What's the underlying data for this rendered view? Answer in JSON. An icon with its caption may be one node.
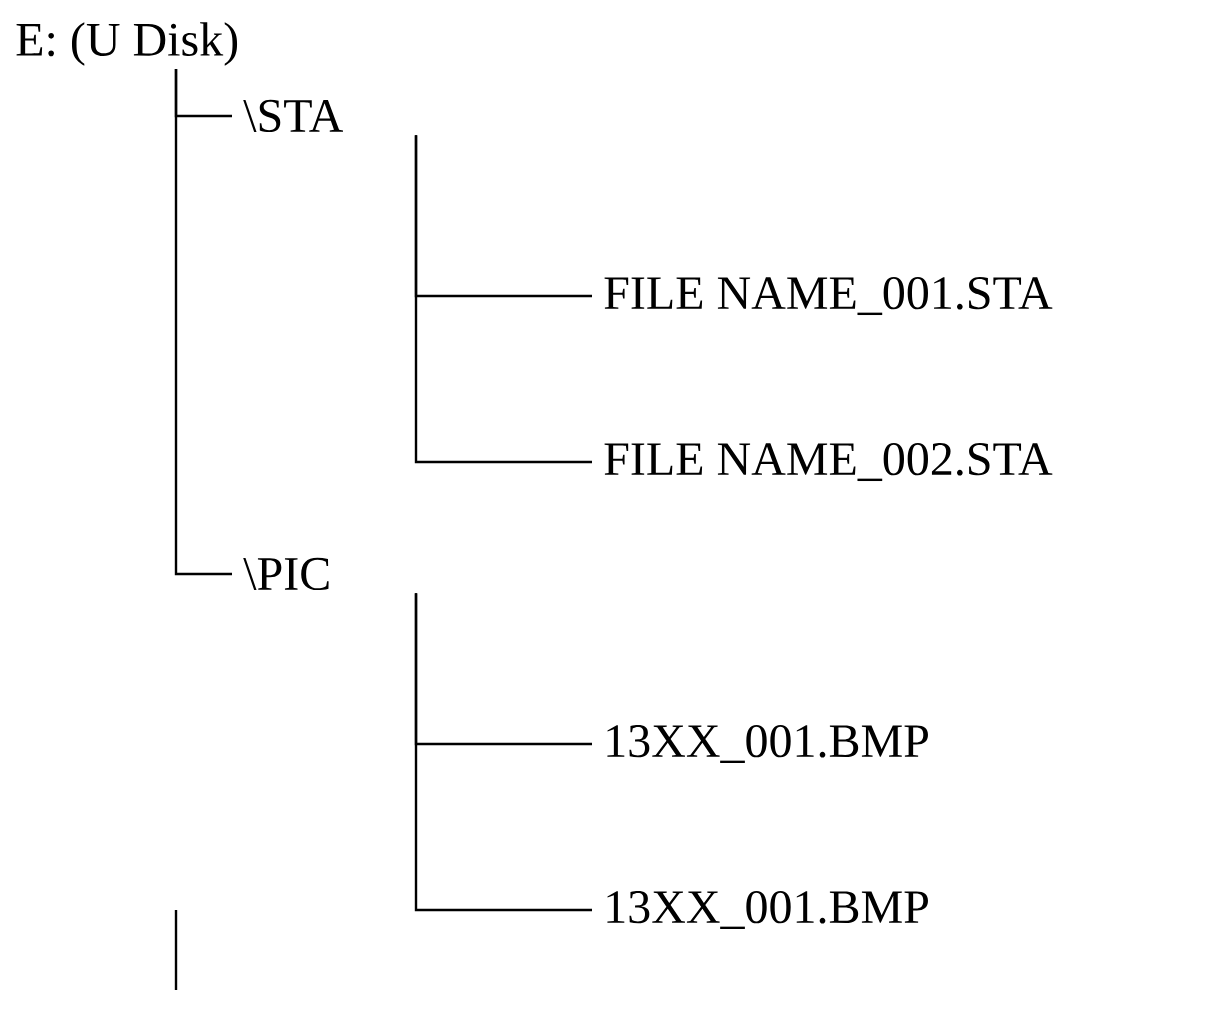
{
  "diagram": {
    "nodes": [
      {
        "text": [
          "E: (U Disk)"
        ]
      },
      {
        "text": [
          "\\STA"
        ]
      },
      {
        "text": [
          "FILE NAME_001.STA"
        ]
      },
      {
        "text": [
          "FILE NAME_002.STA"
        ]
      },
      {
        "text": [
          "\\PIC"
        ]
      },
      {
        "text": [
          "13XX_001.BMP"
        ]
      },
      {
        "text": [
          "13XX_001.BMP"
        ]
      }
    ],
    "edges": [
      {
        "from": 0,
        "to": 1,
        "arrow": "none"
      },
      {
        "from": 0,
        "to": 4,
        "arrow": "none"
      },
      {
        "from": 1,
        "to": 2,
        "arrow": "none"
      },
      {
        "from": 1,
        "to": 3,
        "arrow": "none"
      },
      {
        "from": 4,
        "to": 5,
        "arrow": "none"
      },
      {
        "from": 4,
        "to": 6,
        "arrow": "none"
      }
    ]
  }
}
